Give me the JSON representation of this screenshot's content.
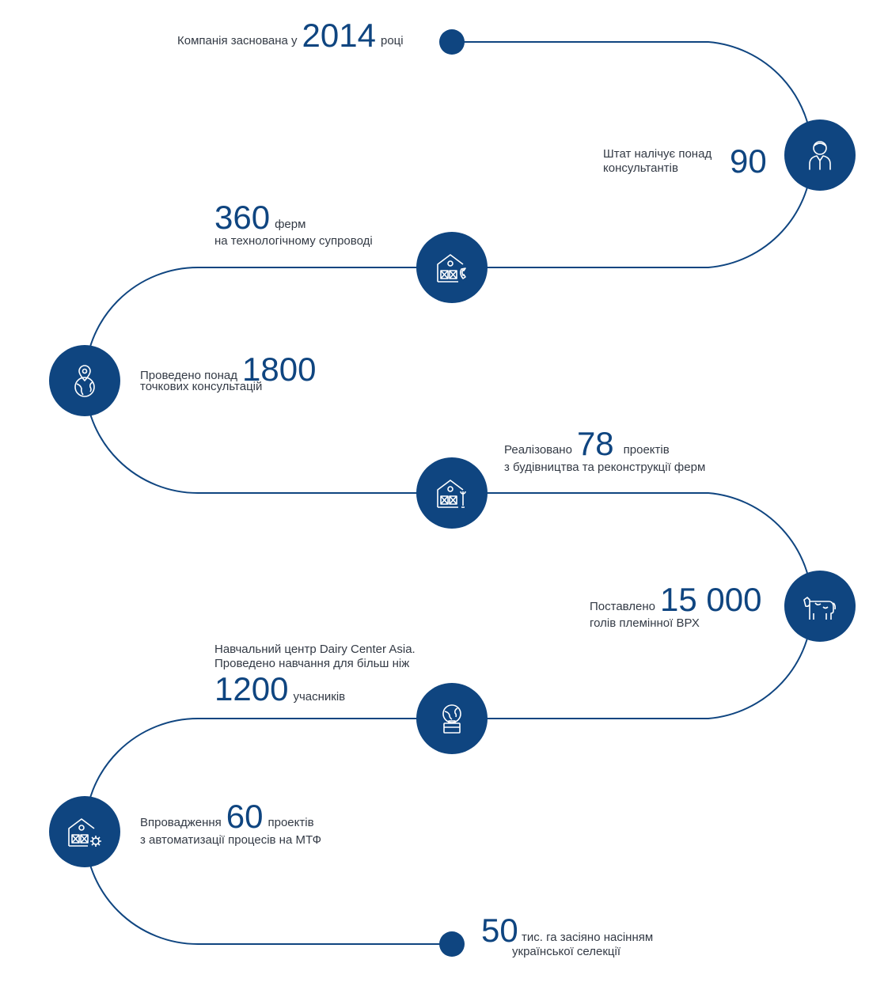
{
  "colors": {
    "accent": "#0f4580",
    "text": "#333a45"
  },
  "milestones": {
    "founded": {
      "pre": "Компанія заснована у",
      "num": "2014",
      "post": "році"
    },
    "staff": {
      "line1": "Штат налічує понад",
      "line2": "консультантів",
      "num": "90",
      "icon": "consultant-person-icon"
    },
    "farms": {
      "num": "360",
      "inline": "ферм",
      "line2": "на технологічному супроводі",
      "icon": "barn-phone-icon"
    },
    "consults": {
      "pre": "Проведено понад",
      "num": "1800",
      "line2": "точкових консультацій",
      "icon": "location-globe-icon"
    },
    "projects": {
      "pre": "Реалізовано",
      "num": "78",
      "post": "проектів",
      "line2": "з будівництва та реконструкції ферм",
      "icon": "barn-wrench-icon"
    },
    "cattle": {
      "pre": "Поставлено",
      "num": "15 000",
      "line2": "голів племінної ВРХ",
      "icon": "cow-icon"
    },
    "training": {
      "line1": "Навчальний центр Dairy Center Asia.",
      "line2": "Проведено навчання для більш ніж",
      "num": "1200",
      "post": "учасників",
      "icon": "globe-briefcase-icon"
    },
    "automation": {
      "pre": "Впровадження",
      "num": "60",
      "post": "проектів",
      "line2": "з автоматизації процесів на МТФ",
      "icon": "barn-gear-icon"
    },
    "seeds": {
      "num": "50",
      "line1": "тис. га засіяно насінням",
      "line2": "української селекції"
    }
  }
}
